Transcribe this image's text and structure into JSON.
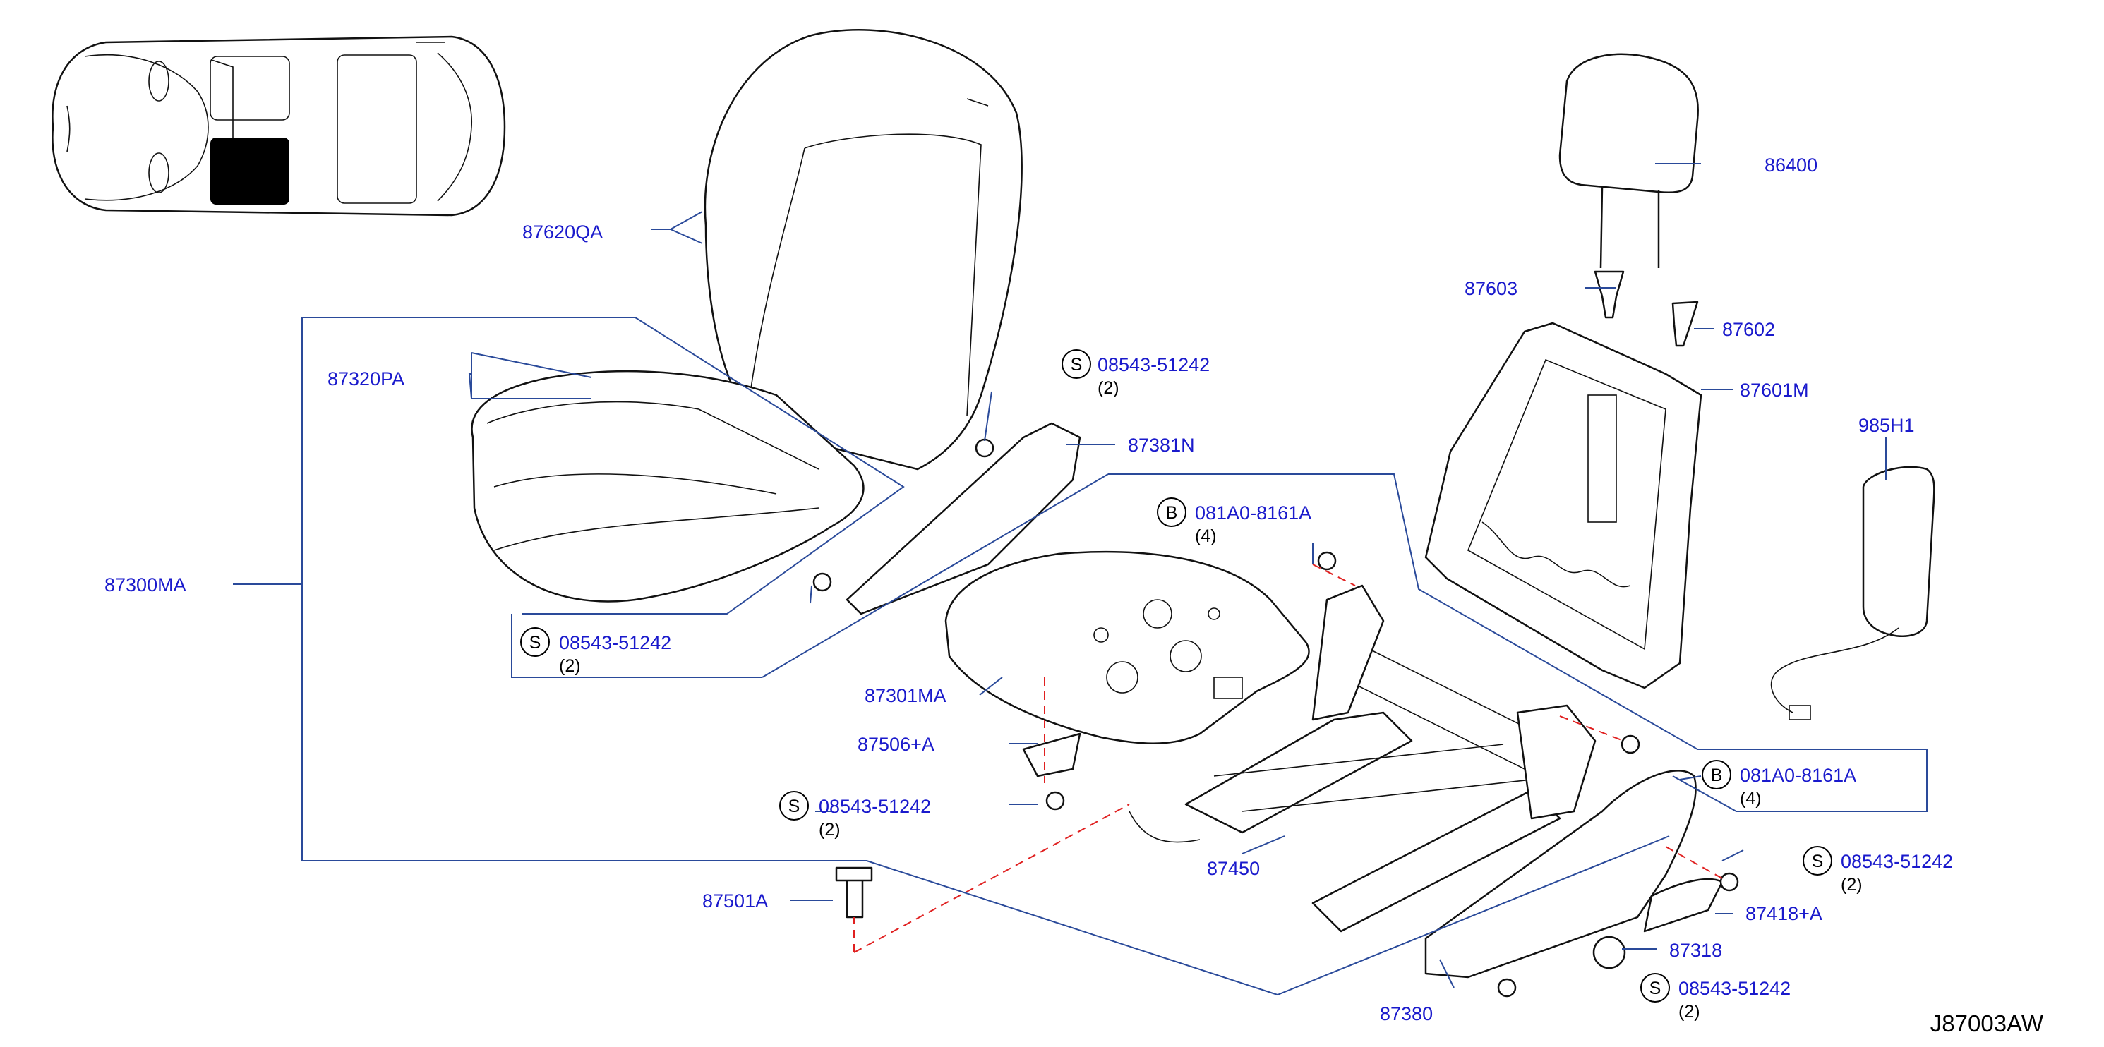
{
  "reference_code": "J87003AW",
  "colors": {
    "label": "#1a1acc",
    "leader": "#2a4a9a",
    "dashed": "#e02020",
    "line": "#111111",
    "highlight": "#000000"
  },
  "parts": {
    "p86400": "86400",
    "p87603": "87603",
    "p87602": "87602",
    "p87601M": "87601M",
    "p985H1": "985H1",
    "p87620QA": "87620QA",
    "p87320PA": "87320PA",
    "p87381N": "87381N",
    "p87300MA": "87300MA",
    "p87301MA": "87301MA",
    "p87506A": "87506+A",
    "p87450": "87450",
    "p87501A": "87501A",
    "p87418A": "87418+A",
    "p87318": "87318",
    "p87380": "87380"
  },
  "fasteners": {
    "s1": {
      "badge": "S",
      "part": "08543-51242",
      "qty": "(2)"
    },
    "s2": {
      "badge": "S",
      "part": "08543-51242",
      "qty": "(2)"
    },
    "s3": {
      "badge": "S",
      "part": "08543-51242",
      "qty": "(2)"
    },
    "s4": {
      "badge": "S",
      "part": "08543-51242",
      "qty": "(2)"
    },
    "s5": {
      "badge": "S",
      "part": "08543-51242",
      "qty": "(2)"
    },
    "b1": {
      "badge": "B",
      "part": "081A0-8161A",
      "qty": "(4)"
    },
    "b2": {
      "badge": "B",
      "part": "081A0-8161A",
      "qty": "(4)"
    }
  }
}
